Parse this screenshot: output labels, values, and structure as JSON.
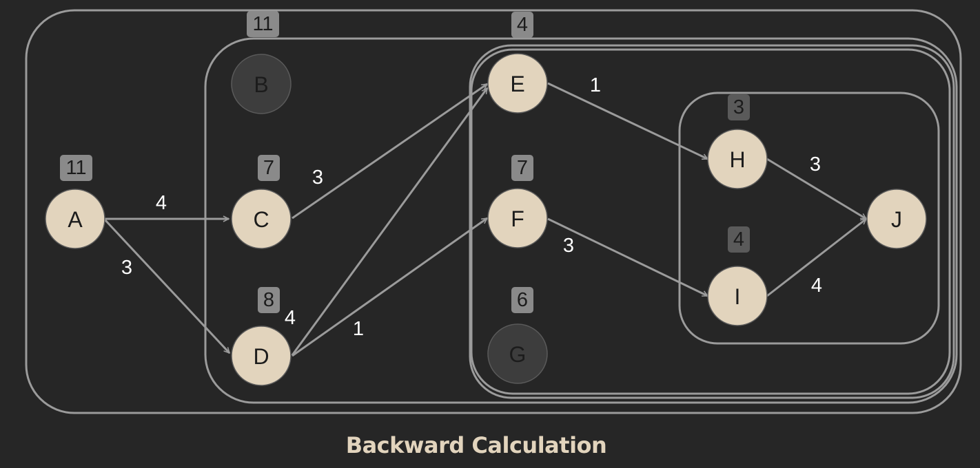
{
  "caption": "Backward Calculation",
  "colors": {
    "background": "#262626",
    "node_active": "#e2d4bd",
    "node_inactive": "#3d3d3d",
    "edge": "#9b9b9b",
    "badge": "#8a8a8a",
    "badge_dim": "#5a5a5a"
  },
  "nodes": {
    "A": {
      "label": "A",
      "value": "11",
      "state": "active"
    },
    "B": {
      "label": "B",
      "value": "11",
      "state": "inactive"
    },
    "C": {
      "label": "C",
      "value": "7",
      "state": "active"
    },
    "D": {
      "label": "D",
      "value": "8",
      "state": "active"
    },
    "E": {
      "label": "E",
      "value": "4",
      "state": "active"
    },
    "F": {
      "label": "F",
      "value": "7",
      "state": "active"
    },
    "G": {
      "label": "G",
      "value": "6",
      "state": "inactive"
    },
    "H": {
      "label": "H",
      "value": "3",
      "state": "active"
    },
    "I": {
      "label": "I",
      "value": "4",
      "state": "active"
    },
    "J": {
      "label": "J",
      "state": "active"
    }
  },
  "edges": [
    {
      "from": "A",
      "to": "C",
      "weight": "4"
    },
    {
      "from": "A",
      "to": "D",
      "weight": "3"
    },
    {
      "from": "C",
      "to": "E",
      "weight": "3"
    },
    {
      "from": "D",
      "to": "E",
      "weight": "4"
    },
    {
      "from": "D",
      "to": "F",
      "weight": "1"
    },
    {
      "from": "E",
      "to": "H",
      "weight": "1"
    },
    {
      "from": "F",
      "to": "I",
      "weight": "3"
    },
    {
      "from": "H",
      "to": "J",
      "weight": "3"
    },
    {
      "from": "I",
      "to": "J",
      "weight": "4"
    }
  ]
}
